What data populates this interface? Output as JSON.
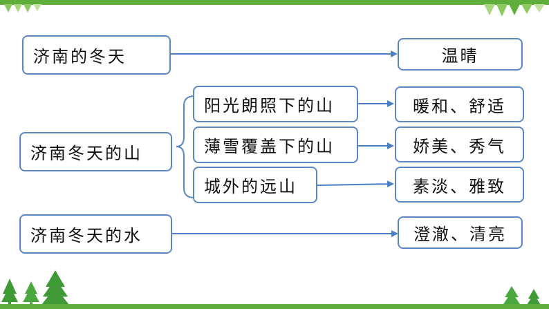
{
  "colors": {
    "box_border": "#5b86c4",
    "arrow": "#4a7fc4",
    "bar": "#5fae3c",
    "tree": "#3f9a35"
  },
  "rows": {
    "row1": {
      "subject": "济南的冬天",
      "quality": "温晴"
    },
    "row2": {
      "subject": "济南冬天的山",
      "items": [
        {
          "label": "阳光朗照下的山",
          "quality": "暖和、舒适"
        },
        {
          "label": "薄雪覆盖下的山",
          "quality": "娇美、秀气"
        },
        {
          "label": "城外的远山",
          "quality": "素淡、雅致"
        }
      ]
    },
    "row3": {
      "subject": "济南冬天的水",
      "quality": "澄澈、清亮"
    }
  },
  "decorations": [
    "triangle-pattern",
    "pine-tree-icon"
  ]
}
